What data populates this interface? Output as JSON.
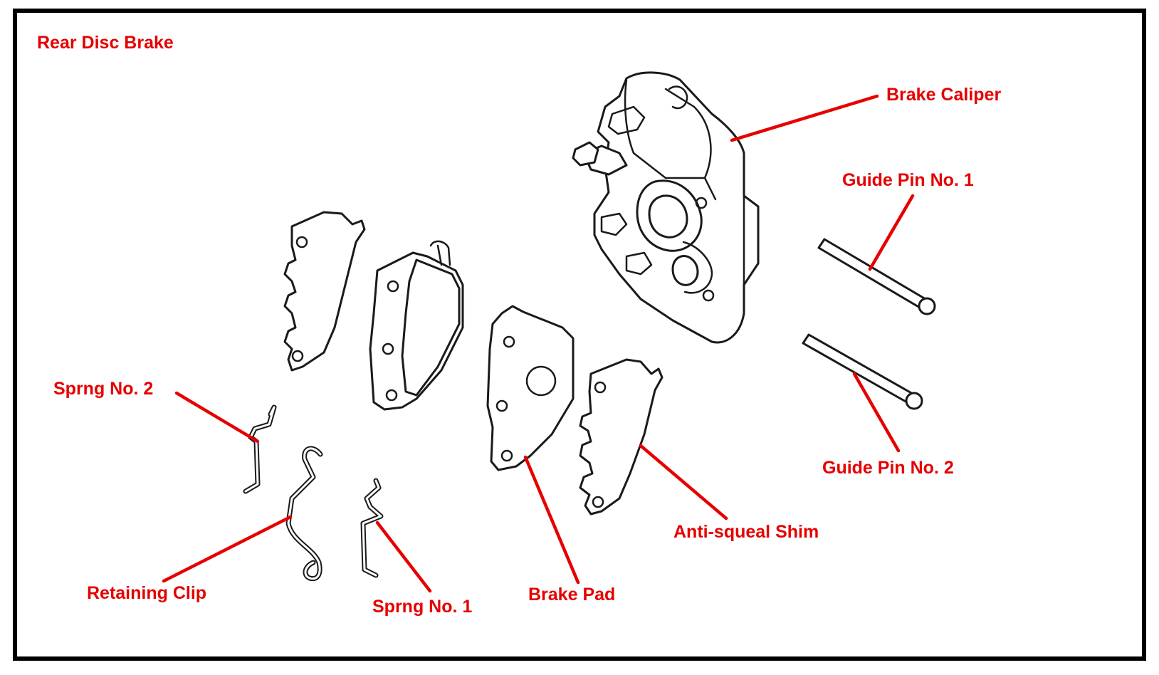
{
  "title": "Rear Disc Brake",
  "colors": {
    "label": "#e60000",
    "line": "#1a1a1a",
    "frame": "#000000"
  },
  "labels": {
    "brake_caliper": "Brake Caliper",
    "guide_pin_1": "Guide Pin No. 1",
    "guide_pin_2": "Guide Pin No. 2",
    "spring_2": "Sprng No. 2",
    "spring_1": "Sprng No. 1",
    "retaining_clip": "Retaining Clip",
    "brake_pad": "Brake Pad",
    "anti_squeal_shim": "Anti-squeal Shim"
  }
}
